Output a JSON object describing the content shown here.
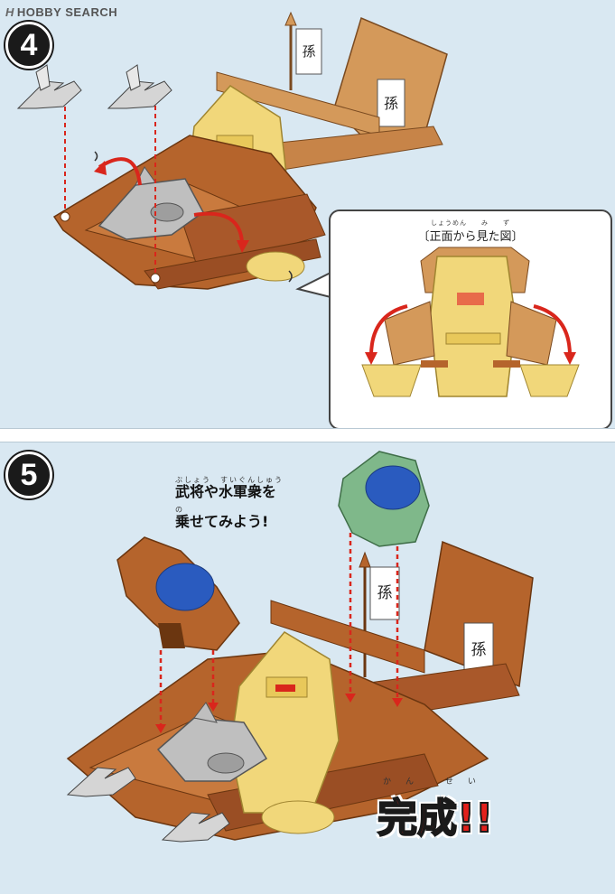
{
  "watermark": {
    "text": "HOBBY SEARCH",
    "logo": "H"
  },
  "step4": {
    "number": "4",
    "front_view": {
      "title": "〔正面から見た図〕",
      "ruby": "しょうめん　　み　　ず"
    }
  },
  "step5": {
    "number": "5",
    "instruction_line1": "武将や水軍衆を",
    "instruction_line1_ruby": "ぶしょう　すいぐんしゅう",
    "instruction_line2": "乗せてみよう!",
    "instruction_line2_ruby": "の",
    "complete_text": "完成!!",
    "complete_ruby": "かん せい"
  },
  "banner_kanji": "孫",
  "colors": {
    "background": "#d9e8f2",
    "ship_brown": "#b5642c",
    "ship_light": "#d4995a",
    "tower_yellow": "#f1d77a",
    "gear_gray": "#bfbfbf",
    "helmet_blue": "#2a5bbf",
    "warrior_green": "#7fb88a",
    "arrow_red": "#d9261c"
  }
}
